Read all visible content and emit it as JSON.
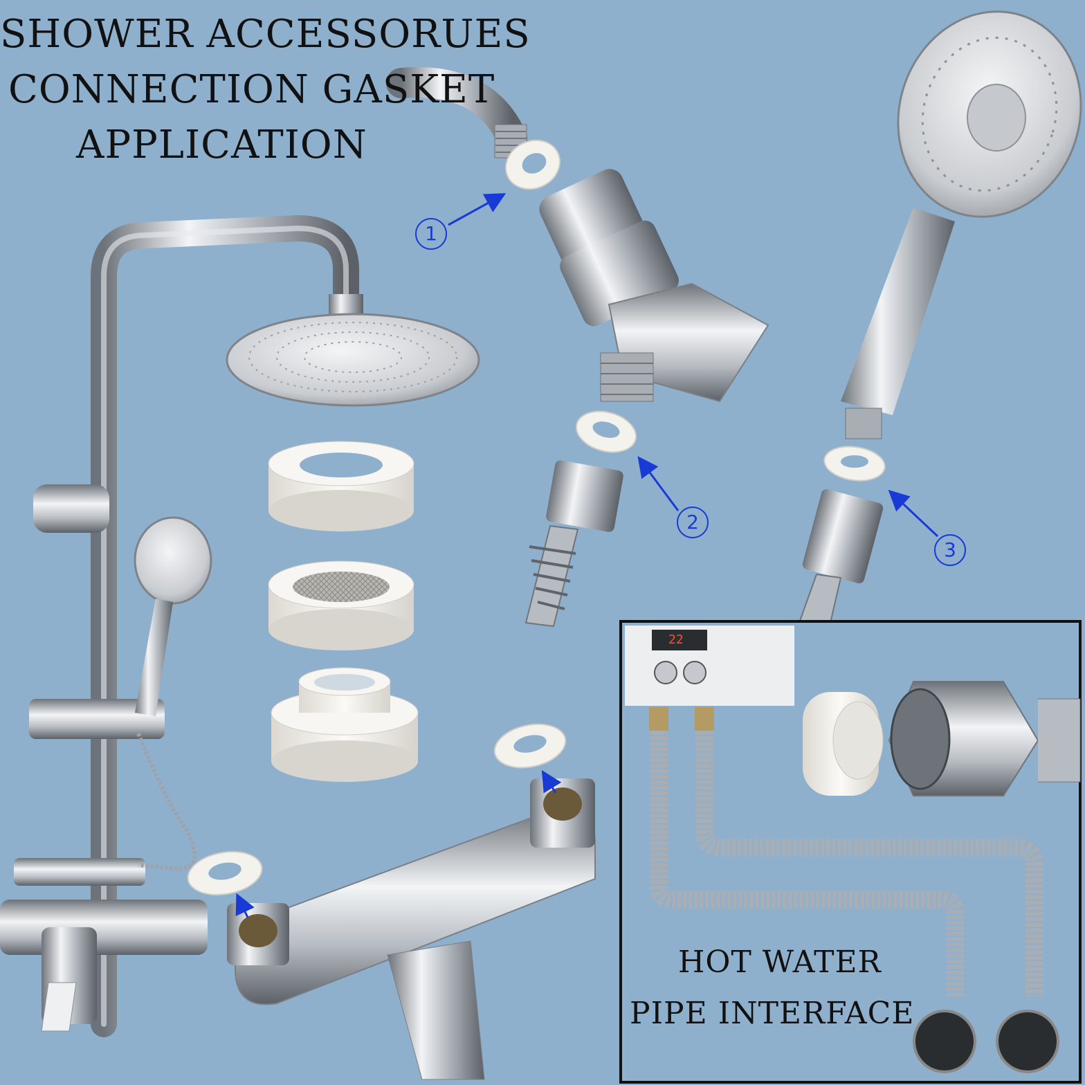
{
  "title": {
    "line1": "SHOWER ACCESSORUES",
    "line2": "CONNECTION GASKET",
    "line3": "APPLICATION"
  },
  "callouts": [
    "1",
    "2",
    "3"
  ],
  "inset": {
    "line1": "HOT WATER",
    "line2": "PIPE INTERFACE",
    "display_value": "22"
  },
  "colors": {
    "background": "#8fb0cc",
    "arrow": "#1a3ad6",
    "gasket": "#f4f2ec",
    "chrome": "#c8ccd2"
  }
}
